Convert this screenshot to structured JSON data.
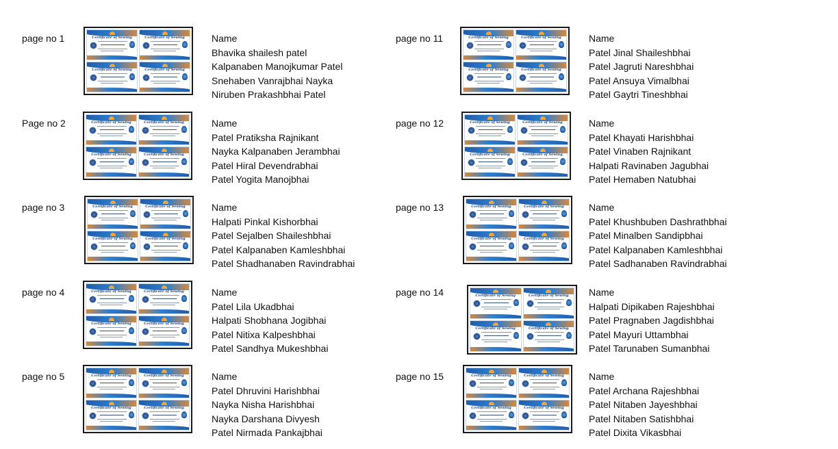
{
  "name_header": "Name",
  "left_column": [
    {
      "page_label": "page no 1",
      "names": [
        "Bhavika shailesh patel",
        "Kalpanaben Manojkumar Patel",
        "Snehaben Vanrajbhai Nayka",
        "Niruben Prakashbhai Patel"
      ]
    },
    {
      "page_label": "Page no 2",
      "names": [
        "Patel Pratiksha Rajnikant",
        "Nayka Kalpanaben Jerambhai",
        "Patel Hiral Devendrabhai",
        "Patel Yogita Manojbhai"
      ]
    },
    {
      "page_label": "page no 3",
      "names": [
        "Halpati Pinkal Kishorbhai",
        "Patel Sejalben Shaileshbhai",
        "Patel Kalpanaben Kamleshbhai",
        "Patel Shadhanaben Ravindrabhai"
      ]
    },
    {
      "page_label": "page no 4",
      "names": [
        "Patel Lila Ukadbhai",
        "Halpati Shobhana Jogibhai",
        "Patel Nitixa Kalpeshbhai",
        "Patel Sandhya Mukeshbhai"
      ]
    },
    {
      "page_label": "page no 5",
      "names": [
        "Patel Dhruvini Harishbhai",
        "Nayka Nisha Harishbhai",
        "Nayka Darshana Divyesh",
        "Patel Nirmada Pankajbhai"
      ]
    }
  ],
  "right_column": [
    {
      "page_label": "page no 11",
      "names": [
        "Patel Jinal Shaileshbhai",
        "Patel Jagruti Nareshbhai",
        "Patel Ansuya Vimalbhai",
        "Patel Gaytri Tineshbhai"
      ]
    },
    {
      "page_label": "page no 12",
      "names": [
        "Patel Khayati Harishbhai",
        "Patel Vinaben Rajnikant",
        "Halpati Ravinaben Jagubhai",
        "Patel Hemaben Natubhai"
      ]
    },
    {
      "page_label": "page no 13",
      "names": [
        "Patel Khushbuben Dashrathbhai",
        "Patel Minalben Sandipbhai",
        "Patel Kalpanaben Kamleshbhai",
        "Patel Sadhanaben Ravindrabhai"
      ]
    },
    {
      "page_label": "page no 14",
      "names": [
        "Halpati Dipikaben Rajeshbhai",
        "Patel Pragnaben Jagdishbhai",
        "Patel Mayuri Uttambhai",
        "Patel Tarunaben Sumanbhai"
      ]
    },
    {
      "page_label": "page no 15",
      "names": [
        "Patel Archana Rajeshbhai",
        "Patel Nitaben Jayeshbhai",
        "Patel Nitaben Satishbhai",
        "Patel Dixita Vikasbhai"
      ]
    }
  ],
  "certificate": {
    "title": "Certificate of Sewing",
    "colors": {
      "primary": "#1f5aa6",
      "accent": "#e98a2e",
      "seal": "#1f3f78"
    }
  }
}
